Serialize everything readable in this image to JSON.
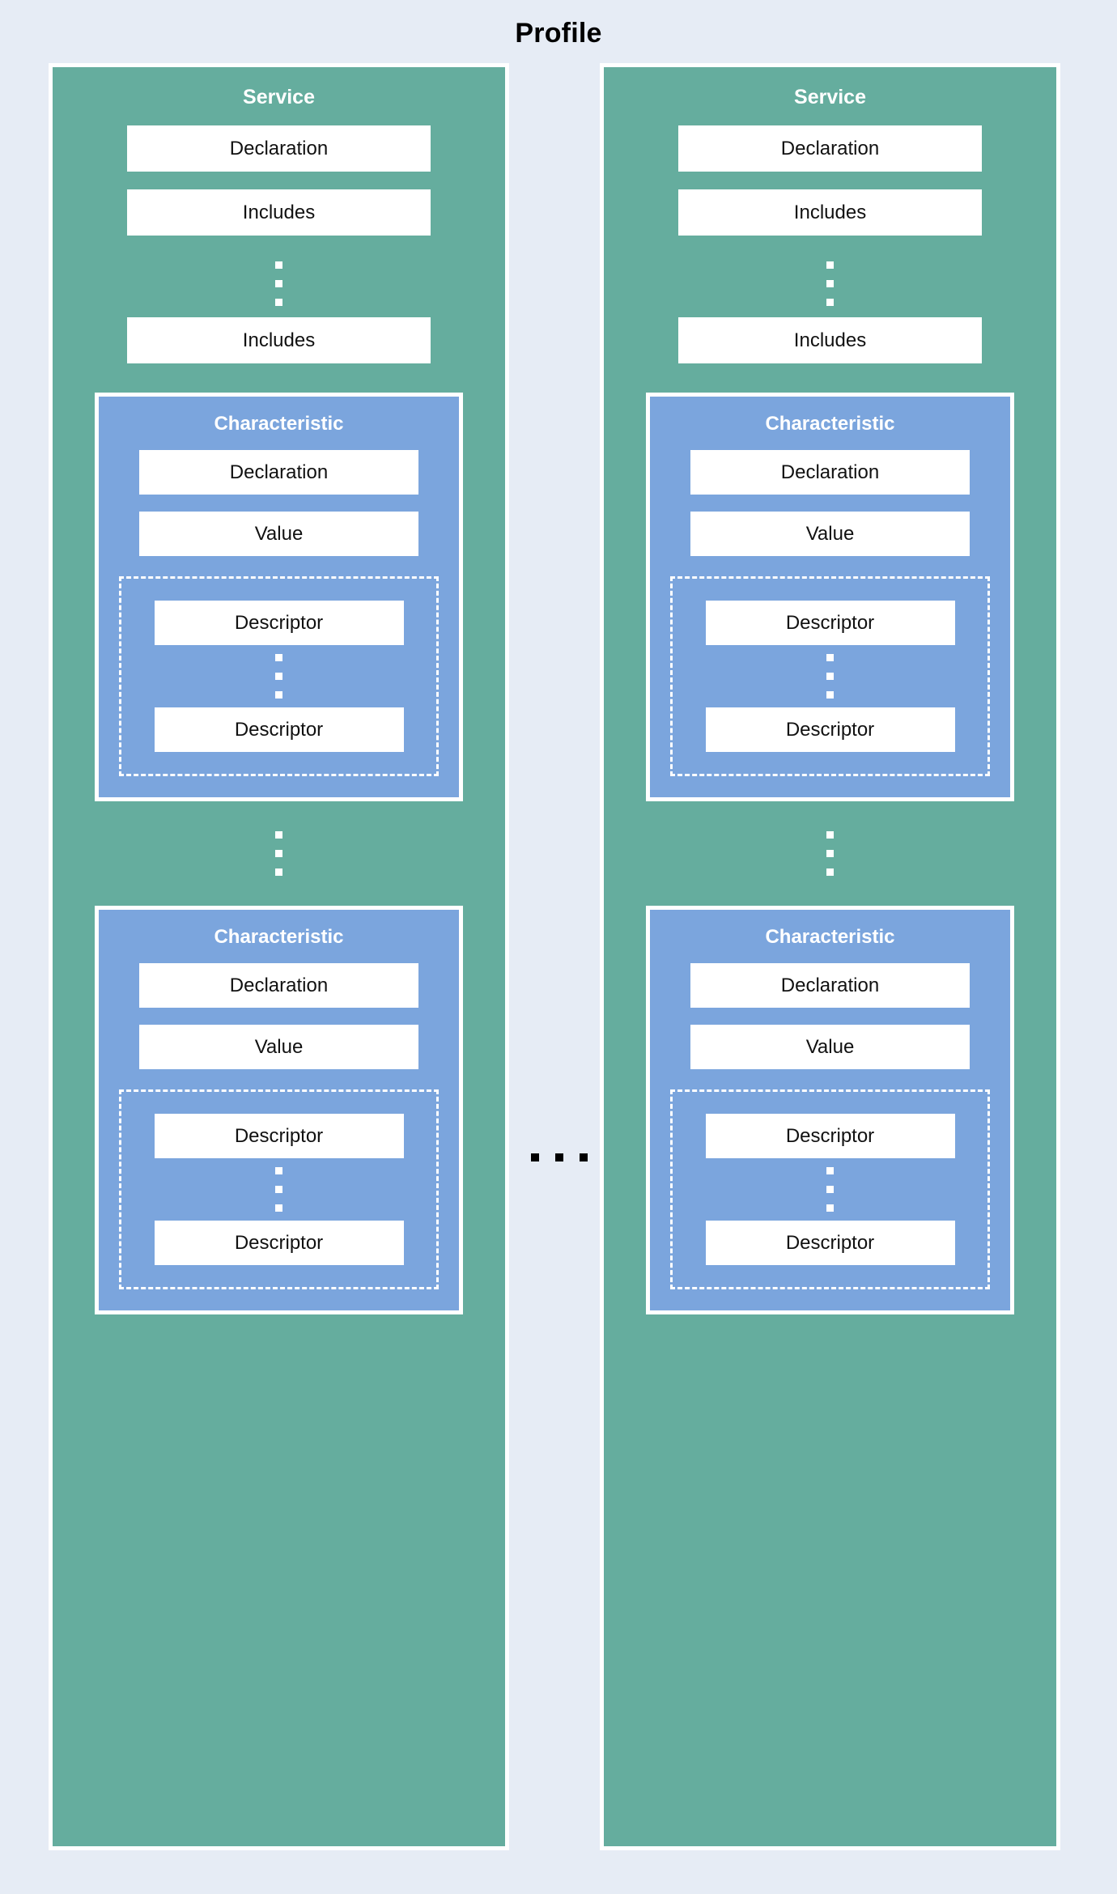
{
  "title": "Profile",
  "colors": {
    "background": "#e6ecf5",
    "service": "#65ad9e",
    "characteristic": "#7ba5dd",
    "field": "#ffffff",
    "border": "#ffffff",
    "title_text": "#000000",
    "dots_dark": "#000000"
  },
  "labels": {
    "service": "Service",
    "declaration": "Declaration",
    "includes": "Includes",
    "characteristic": "Characteristic",
    "value": "Value",
    "descriptor": "Descriptor"
  },
  "ellipsis": {
    "vertical": "vertical-ellipsis",
    "horizontal": "horizontal-ellipsis"
  },
  "services": [
    {
      "title": "Service",
      "fields": [
        {
          "label": "Declaration"
        },
        {
          "label": "Includes"
        },
        {
          "label": "Includes"
        }
      ],
      "characteristics": [
        {
          "title": "Characteristic",
          "fields": [
            {
              "label": "Declaration"
            },
            {
              "label": "Value"
            }
          ],
          "descriptors": [
            {
              "label": "Descriptor"
            },
            {
              "label": "Descriptor"
            }
          ]
        },
        {
          "title": "Characteristic",
          "fields": [
            {
              "label": "Declaration"
            },
            {
              "label": "Value"
            }
          ],
          "descriptors": [
            {
              "label": "Descriptor"
            },
            {
              "label": "Descriptor"
            }
          ]
        }
      ]
    },
    {
      "title": "Service",
      "fields": [
        {
          "label": "Declaration"
        },
        {
          "label": "Includes"
        },
        {
          "label": "Includes"
        }
      ],
      "characteristics": [
        {
          "title": "Characteristic",
          "fields": [
            {
              "label": "Declaration"
            },
            {
              "label": "Value"
            }
          ],
          "descriptors": [
            {
              "label": "Descriptor"
            },
            {
              "label": "Descriptor"
            }
          ]
        },
        {
          "title": "Characteristic",
          "fields": [
            {
              "label": "Declaration"
            },
            {
              "label": "Value"
            }
          ],
          "descriptors": [
            {
              "label": "Descriptor"
            },
            {
              "label": "Descriptor"
            }
          ]
        }
      ]
    }
  ]
}
